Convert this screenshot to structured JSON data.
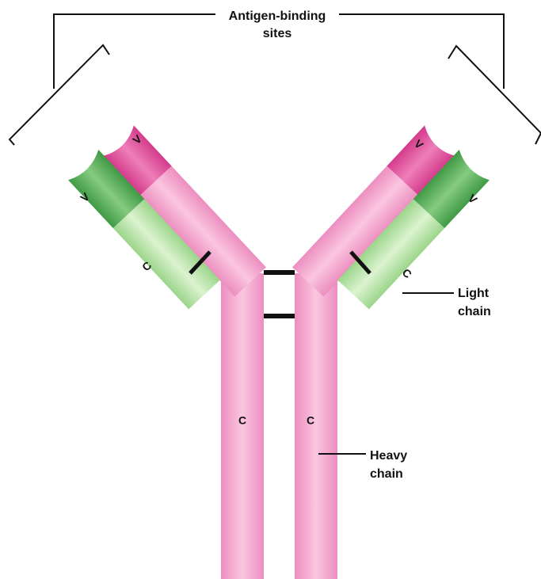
{
  "labels": {
    "antigen_binding": [
      "Antigen-binding",
      "sites"
    ],
    "light_chain": [
      "Light",
      "chain"
    ],
    "heavy_chain": [
      "Heavy",
      "chain"
    ]
  },
  "segments": {
    "variable": "V",
    "constant": "C"
  },
  "colors": {
    "heavy_variable": "#e0579f",
    "heavy_constant": "#f4a6cf",
    "light_variable": "#5eb45f",
    "light_constant": "#b9e3a8",
    "bond": "#111111"
  }
}
